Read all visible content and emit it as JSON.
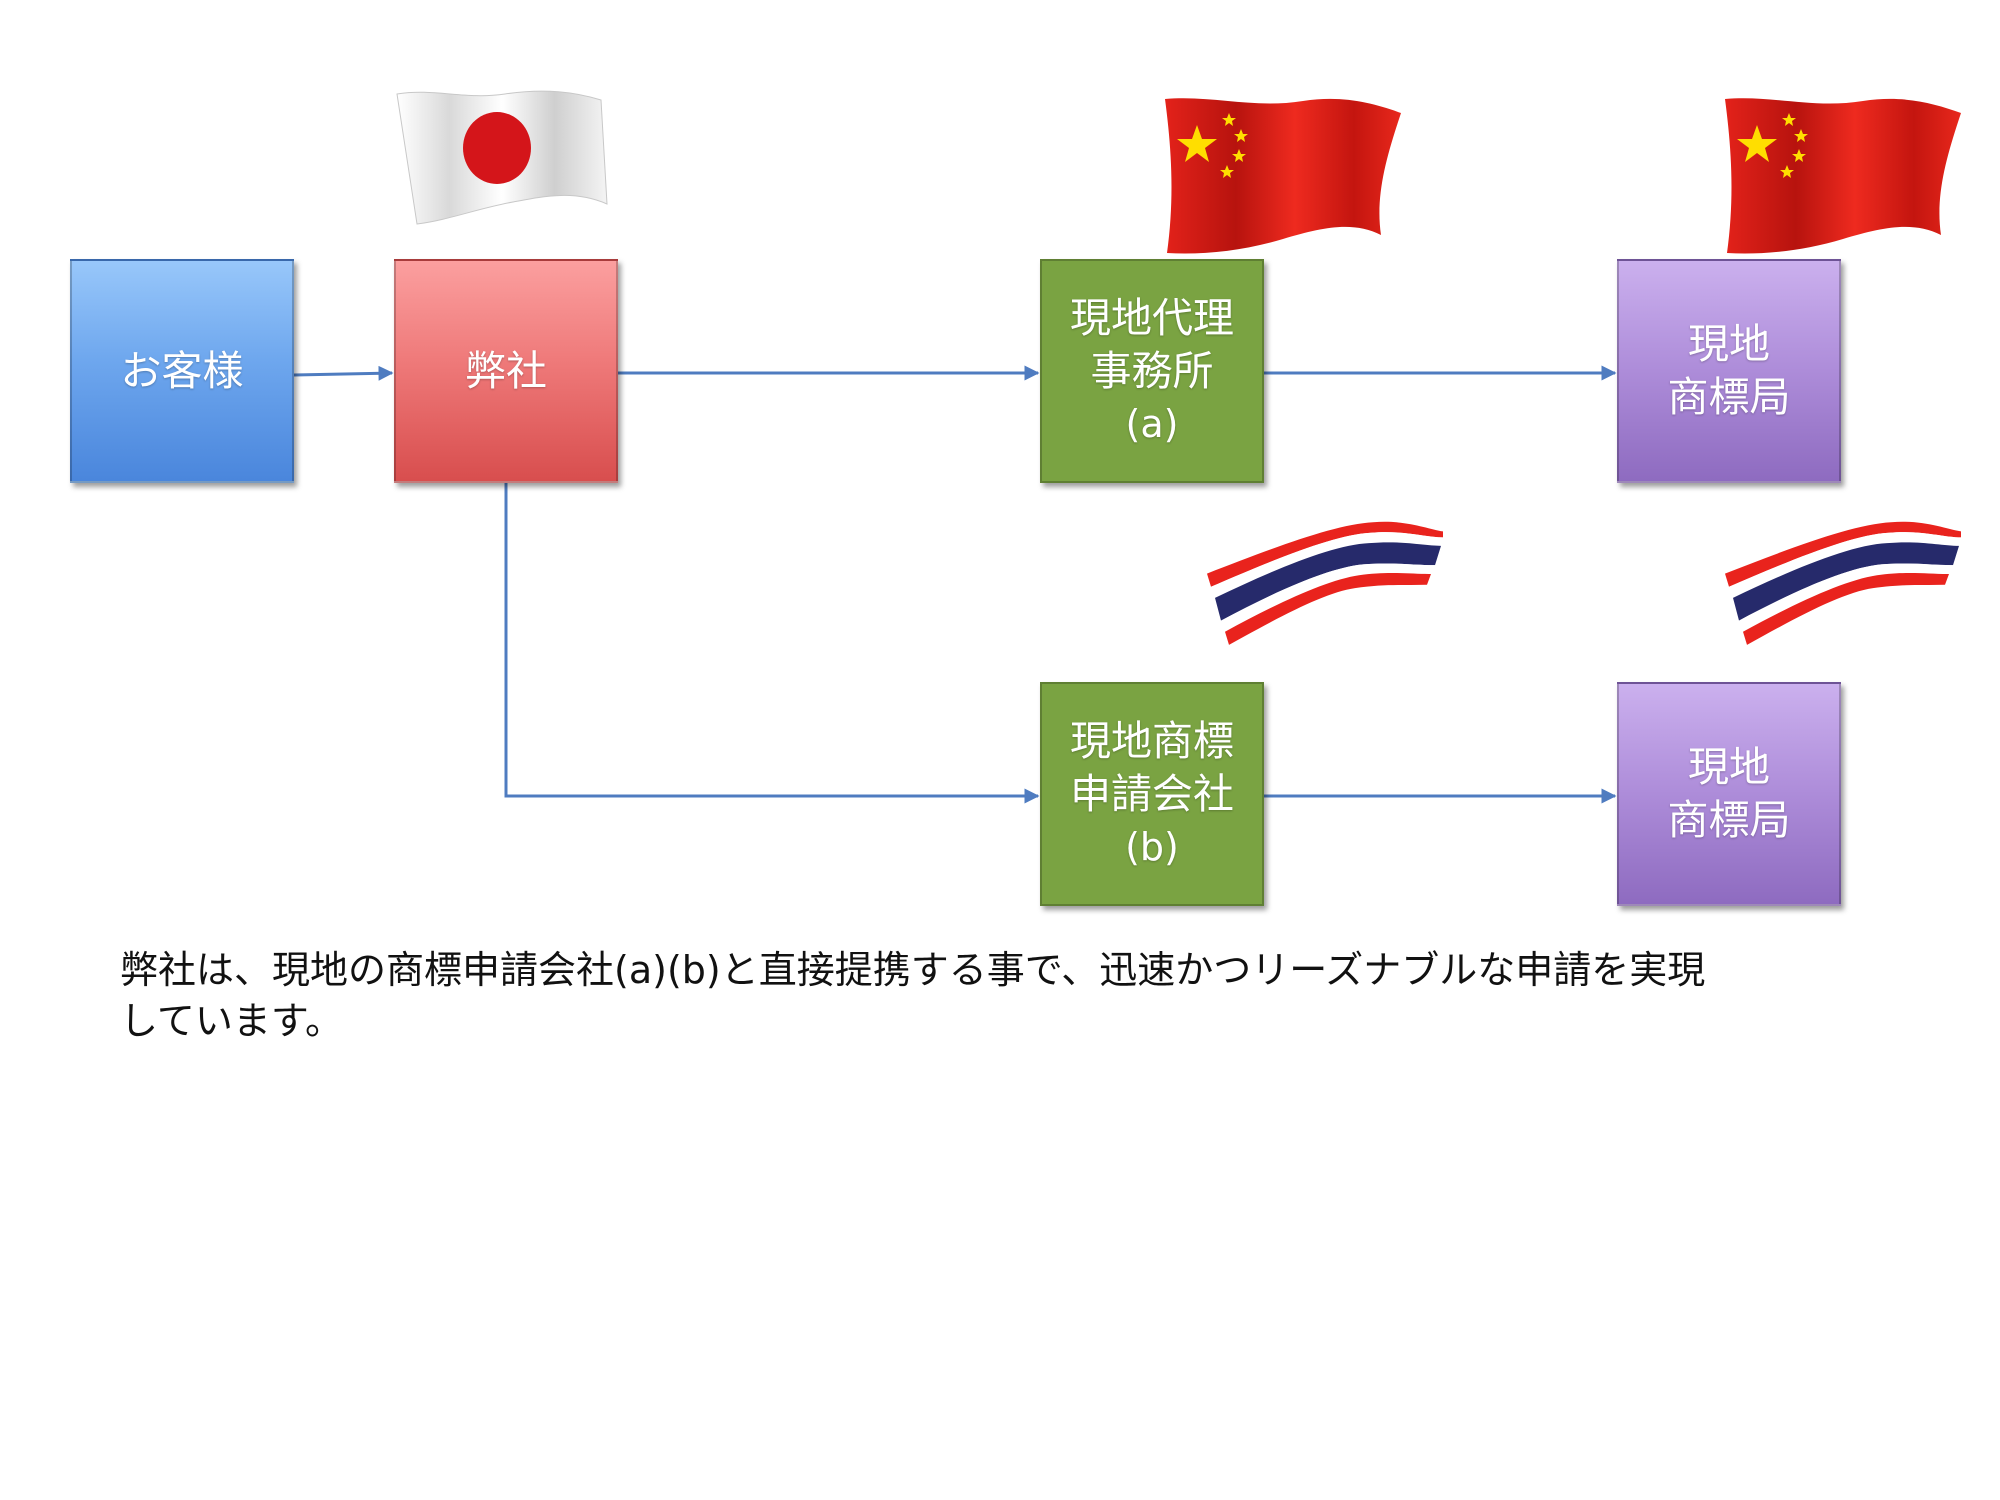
{
  "nodes": {
    "customer": {
      "label": "お客様"
    },
    "our_firm": {
      "label": "弊社"
    },
    "local_agent": {
      "line1": "現地代理",
      "line2": "事務所",
      "line3": "(a)"
    },
    "local_filing_company": {
      "line1": "現地商標",
      "line2": "申請会社",
      "line3": "(b)"
    },
    "trademark_office_a": {
      "line1": "現地",
      "line2": "商標局"
    },
    "trademark_office_b": {
      "line1": "現地",
      "line2": "商標局"
    }
  },
  "flags": {
    "our_firm": "japan-flag",
    "local_agent": "china-flag",
    "trademark_office_a": "china-flag",
    "local_filing_company": "thailand-flag",
    "trademark_office_b": "thailand-flag"
  },
  "colors": {
    "customer": "#6ea7ee",
    "our_firm": "#ef7a7a",
    "local": "#7aa342",
    "office": "#ad8cd9",
    "connector": "#4f7cc0"
  },
  "caption": {
    "line1": "弊社は、現地の商標申請会社(a)(b)と直接提携する事で、迅速かつリーズナブルな申請を実現",
    "line2": "しています。"
  }
}
